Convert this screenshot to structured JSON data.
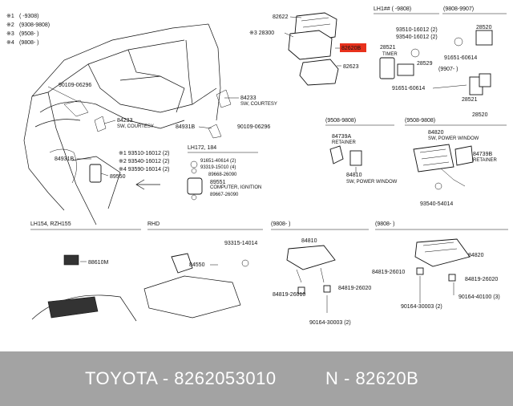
{
  "legend": [
    {
      "mark": "※1",
      "text": "(      -9308)"
    },
    {
      "mark": "※2",
      "text": "(9308-9808)"
    },
    {
      "mark": "※3",
      "text": "(9508-      )"
    },
    {
      "mark": "※4",
      "text": "(9808-      )"
    }
  ],
  "sections": {
    "lh_top": "LH1## (      -9808)",
    "date_9808_9907": "(9808-9907)",
    "date_9907": "(9907-      )",
    "lh172_184": "LH172, 184",
    "win_a": "(9508-9808)",
    "win_b": "(9508-9808)",
    "lh154": "LH154, RZH155",
    "rhd": "RHD",
    "date_9808_c": "(9808-      )",
    "date_9808_d": "(9808-      )"
  },
  "labels": {
    "p82622": "82622",
    "p28300": "※3 28300",
    "p82620B": "82620B",
    "p82623": "82623",
    "p93510_top": "93510-16012 (2)",
    "p93540_top": "93540-16012 (2)",
    "p28521_a": "28521",
    "timer": "TIMER",
    "p28529": "28529",
    "p28520_a": "28520",
    "p91651_614_a": "91651-60614",
    "p91651_614_b": "91651-60614",
    "p28521_b": "28521",
    "p28520_b": "28520",
    "p90109_a": "90109-06296",
    "p84233_a": "84233",
    "sw_courtesy_a": "SW, COURTESY",
    "p84233_b": "84233",
    "sw_courtesy_b": "SW, COURTESY",
    "p84931B_a": "84931B",
    "p90109_b": "90109-06296",
    "p84931B_b": "84931B",
    "m93510": "※1 93510-16012 (2)",
    "m93540": "※2 93540-16012 (2)",
    "m93590": "※4 93590-16014 (2)",
    "p89550": "89550",
    "p91651_40614": "91651-40614 (2)",
    "p93319": "93319-15010 (4)",
    "p89668": "89668-26090",
    "p89551": "89551",
    "computer_ignition": "COMPUTER, IGNITION",
    "p89667": "89667-26090",
    "p84739A": "84739A",
    "retainer_a": "RETAINER",
    "p84810_a": "84810",
    "sw_power_window_a": "SW, POWER WINDOW",
    "p84820_a": "84820",
    "sw_power_window_b": "SW, POWER WINDOW",
    "p84739B": "84739B",
    "retainer_b": "RETAINER",
    "p93540_54014": "93540-54014",
    "p88610M": "88610M",
    "p93315": "93315-14014",
    "p84550": "84550",
    "p84810_b": "84810",
    "p84819_26010_a": "84819-26010",
    "p84819_26020_a": "84819-26020",
    "p90164_22": "90164-30003 (2)",
    "p84820_b": "84820",
    "p84819_26010_b": "84819-26010",
    "p84819_26020_b": "84819-26020",
    "p90164_30003": "90164-30003 (2)",
    "p90164_40100": "90164-40100 (3)"
  },
  "footer": {
    "left": "TOYOTA - 8262053010",
    "right": "N - 82620B"
  },
  "colors": {
    "highlight_fill": "#e8311c",
    "footer_bg": "#a3a3a3",
    "footer_text": "#ffffff"
  }
}
